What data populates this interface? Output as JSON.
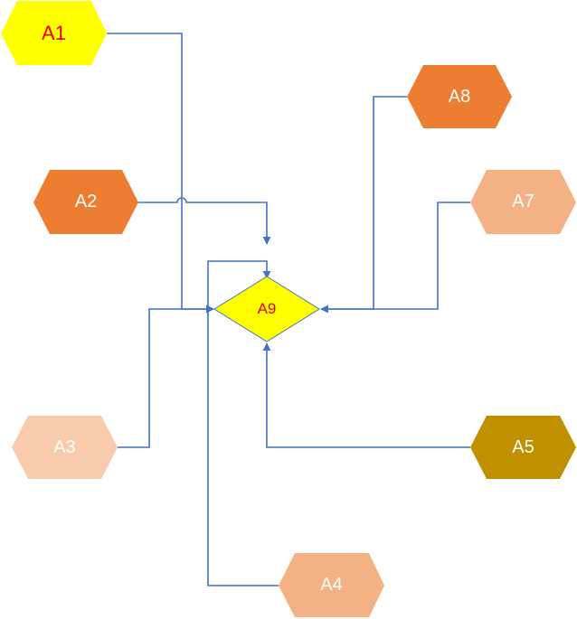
{
  "diagram": {
    "nodes": {
      "a1": {
        "label": "A1",
        "fill": "#FFFF00",
        "text_color": "#E0001B"
      },
      "a2": {
        "label": "A2",
        "fill": "#ED7D31",
        "text_color": "#FFFFFF"
      },
      "a3": {
        "label": "A3",
        "fill": "#F8CBAD",
        "text_color": "#FFFFFF"
      },
      "a4": {
        "label": "A4",
        "fill": "#F4B183",
        "text_color": "#FFFFFF"
      },
      "a5": {
        "label": "A5",
        "fill": "#BF9000",
        "text_color": "#FFFFFF"
      },
      "a7": {
        "label": "A7",
        "fill": "#F4B183",
        "text_color": "#FFFFFF"
      },
      "a8": {
        "label": "A8",
        "fill": "#ED7D31",
        "text_color": "#FFFFFF"
      },
      "a9": {
        "label": "A9",
        "fill": "#FFFF00",
        "text_color": "#E0001B",
        "shape": "diamond"
      }
    },
    "connector_color": "#4472C4",
    "edges": [
      {
        "from": "A1",
        "to": "A9"
      },
      {
        "from": "A2",
        "to": "A9"
      },
      {
        "from": "A3",
        "to": "A9"
      },
      {
        "from": "A4",
        "to": "A9"
      },
      {
        "from": "A5",
        "to": "A9"
      },
      {
        "from": "A7",
        "to": "A9"
      },
      {
        "from": "A8",
        "to": "A9"
      }
    ]
  }
}
